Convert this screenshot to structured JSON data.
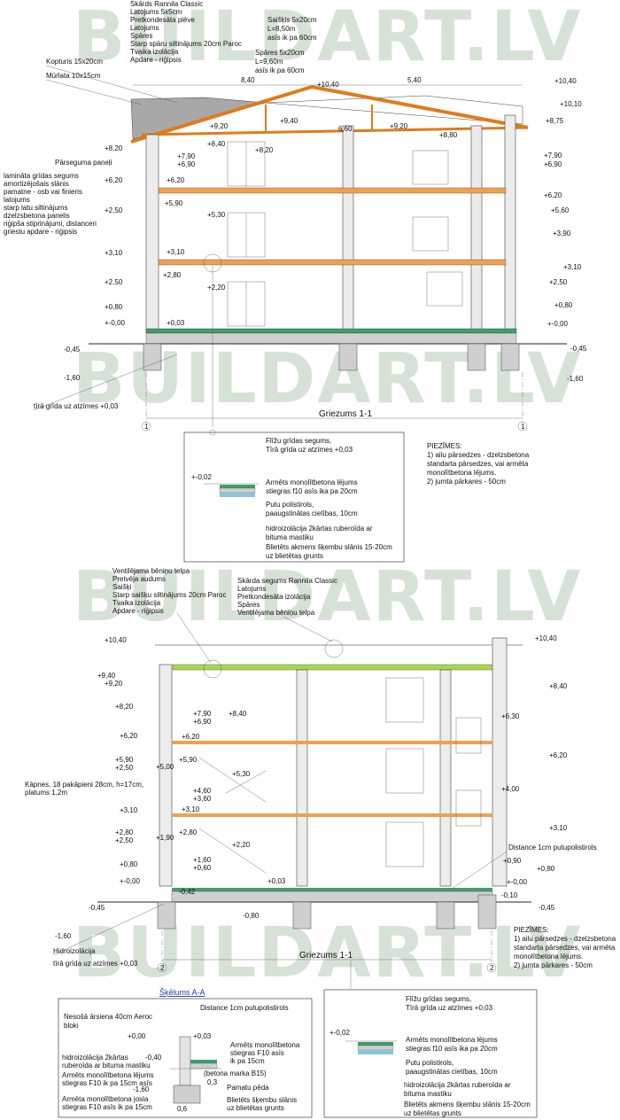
{
  "watermark": "BUILDART.LV",
  "upper_section": {
    "title": "Griezums 1-1",
    "axis_marks": [
      "1",
      "1"
    ],
    "roof_list": [
      "Skārds Rannila Classic",
      "Latojums 5x5cm",
      "Pretkondesāta plēve",
      "Latojums",
      "Spāres",
      "Starp spāru siltinājums 20cm Paroc",
      "Tvaika izolācija",
      "Apdare - riģipsis"
    ],
    "saiskis_note": [
      "Saišķis 5x20cm",
      "L=8,50m",
      "asīs ik pa 60cm"
    ],
    "spares_note": [
      "Spāres 5x20cm",
      "L=9,60m",
      "asīs ik pa 60cm"
    ],
    "kopturis": "Kopturis 15x20cm",
    "murlata": "Mūrlata 10x15cm",
    "parseguma_title": "Pārseguma paneļi",
    "floor_list": [
      "lamināta grīdas segums",
      "amortizējošais slānis",
      "pamatne - osb vai finieris",
      "latojums",
      "starp latu siltinājums",
      "dzelzsbetona panelis",
      "riģipša stiprinājumi, distanceri",
      "griestu apdare - riģipsis"
    ],
    "dims": [
      "8,40",
      "5,40",
      "6,60"
    ],
    "left_levels": [
      "+8,20",
      "+6,20",
      "+2,50",
      "+3,10",
      "+2,50",
      "+0,80",
      "+-0,00",
      "-0,45",
      "-1,60"
    ],
    "inner_levels": [
      "+9,20",
      "+8,40",
      "+8,20",
      "+7,90",
      "+6,90",
      "+6,20",
      "+5,90",
      "+5,30",
      "+3,10",
      "+2,80",
      "+2,20",
      "+0,03",
      "+10,40",
      "+9,40",
      "+9,20",
      "+8,80"
    ],
    "right_levels": [
      "+10,40",
      "+10,10",
      "+8,75",
      "+7,90",
      "+6,90",
      "+6,20",
      "+5,60",
      "+3,90",
      "+3,10",
      "+2,50",
      "+0,80",
      "+-0,00",
      "-0,45",
      "-1,60"
    ],
    "floor_note": "tīrā grīda uz atzīmes +0,03"
  },
  "detail_top": {
    "level": "+-0,02",
    "labels": [
      "Flīžu grīdas segums,",
      "Tīrā grīda uz atzīmes +0,03",
      "Armēts monolītbetona lējums",
      "stiegras f10 asīs ika pa 20cm",
      "Putu polistirols,",
      "paaugstinātas cietības, 10cm",
      "hidroizolācija 2kārtas ruberoīda ar",
      "bituma mastiku",
      "Blietēts akmens šķembu slānis 15-20cm",
      "uz blietētas grunts"
    ]
  },
  "notes_top": [
    "PIEZĪMES:",
    "1) ailu pārsedzes - dzelzsbetona",
    "standarta pārsedzes, vai armēta",
    "monolītbetona lējums.",
    "2) jumta pārkares - 50cm"
  ],
  "lower_section": {
    "title": "Griezums 1-1",
    "axis_marks": [
      "2",
      "2"
    ],
    "attic_list": [
      "Ventilējama bēniņu telpa",
      "Pretvēja audums",
      "Saišķi",
      "Starp saišķu siltinājums 20cm Paroc",
      "Tvaika izolācija",
      "Apdare - riģipsis"
    ],
    "roof_list": [
      "Skārda segums Rannila Classic",
      "Latojums",
      "Pretkondesāta izolācija",
      "Spāres",
      "Ventilējama bēniņu telpa"
    ],
    "stairs_note": [
      "Kāpnes, 18 pakāpieni 28cm, h=17cm,",
      "platums 1,2m"
    ],
    "distance_note": "Distance 1cm putupolistirols",
    "hidro": "Hidroizolācija",
    "left_levels": [
      "+10,40",
      "+9,40",
      "+9,20",
      "+8,20",
      "+6,20",
      "+5,90",
      "+2,50",
      "+3,10",
      "+2,80",
      "+2,50",
      "+0,80",
      "+-0,00",
      "-0,45",
      "-1,60"
    ],
    "inner_levels": [
      "+7,90",
      "+6,90",
      "+8,40",
      "+6,20",
      "+5,90",
      "+5,00",
      "+5,30",
      "+4,60",
      "+3,60",
      "+3,10",
      "+2,80",
      "+1,90",
      "+2,20",
      "+1,60",
      "+0,60",
      "+0,03",
      "-0,42",
      "-0,80"
    ],
    "right_levels": [
      "+10,40",
      "+8,40",
      "+6,30",
      "+6,20",
      "+4,00",
      "+3,10",
      "+0,90",
      "+0,80",
      "+-0,00",
      "-0,10",
      "-0,45"
    ],
    "floor_note": "tīrā grīda uz atzīmes +0,03"
  },
  "notes_lower": [
    "PIEZĪMES:",
    "1) ailu pārsedzes - dzelzsbetona",
    "standarta pārsedzes, vai armēta",
    "monolītbetona lējums.",
    "2) jumta pārkares - 50cm"
  ],
  "section_aa": {
    "title": "Šķēlums A-A",
    "labels": [
      "Nesošā ārsiena 40cm Aeroc",
      "bloki",
      "Distance 1cm putupolistirols",
      "+0,00",
      "+0,03",
      "Armēts monolītbetona",
      "stiegras F10 asīs",
      "ik pa 15cm",
      "hidroizolācija 2kārtas",
      "ruberoīda ar bituma mastiku",
      "-0,40",
      "Armēts monolītbetona lējums",
      "stiegras F10 ik pa 15cm asīs",
      "-1,60",
      "(betona marka B15)",
      "0,3",
      "Pamatu pēda",
      "Armēta monolītbetona josla",
      "stiegras F10 asīs ik pa 15cm",
      "0,6",
      "Blietēts šķembu slānis",
      "uz blietētas grunts"
    ]
  },
  "detail_lower": {
    "level": "+-0,02",
    "labels": [
      "Flīžu grīdas segums,",
      "Tīrā grīda uz atzīmes +0,03",
      "Armēts monolītbetona lējums",
      "stiegras f10 asīs ika pa 20cm",
      "Putu polistirols,",
      "paaugstinātas cietības, 10cm",
      "hidroizolācija 2kārtas ruberoīda ar",
      "bituma mastiku",
      "Blietēts akmens šķembu slānis 15-20cm",
      "uz blietētas grunts"
    ]
  }
}
